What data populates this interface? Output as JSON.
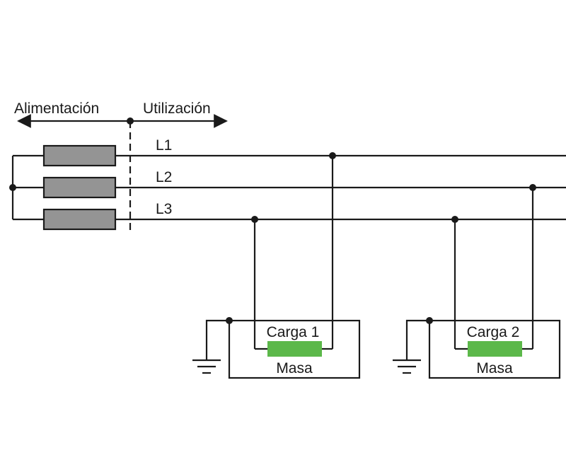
{
  "labels": {
    "supply": "Alimentación",
    "use": "Utilización",
    "line1": "L1",
    "line2": "L2",
    "line3": "L3"
  },
  "loads": [
    {
      "name": "Carga 1",
      "frame": "Masa"
    },
    {
      "name": "Carga 2",
      "frame": "Masa"
    }
  ],
  "colors": {
    "wire": "#1a1a1a",
    "fuse": "#949494",
    "load_element": "#5cb84a"
  }
}
